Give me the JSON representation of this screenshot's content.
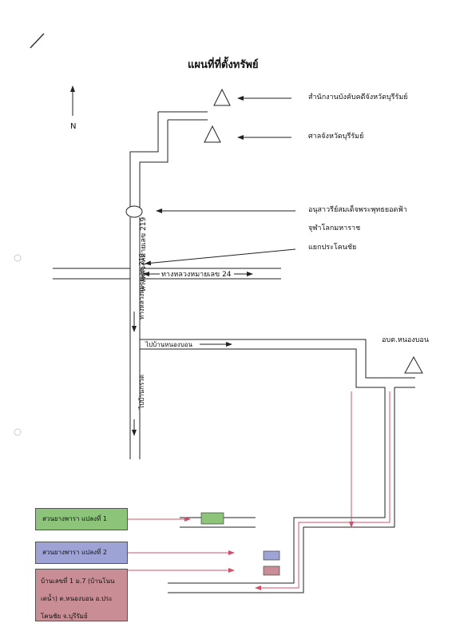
{
  "title": "แผนที่ที่ตั้งทรัพย์",
  "north_label": "N",
  "landmarks": {
    "land_office": "สำนักงานบังคับคดีจังหวัดบุรีรัมย์",
    "court": "ศาลจังหวัดบุรีรัมย์",
    "monument_line1": "อนุสาวรีย์สมเด็จพระพุทธยอดฟ้า",
    "monument_line2": "จุฬาโลกมหาราช",
    "intersection": "แยกประโคนชัย",
    "sao": "อบต.หนองบอน"
  },
  "roads": {
    "hwy219": "ทางหลวงหมายเลข 219",
    "hwy24": "ทางหลวงหมายเลข 24",
    "to_nongbon": "ไปบ้านหนองบอน",
    "to_bankruat": "ไปบ้านกรวด"
  },
  "legend": [
    {
      "label": "สวนยางพารา แปลงที่ 1",
      "color": "#8cc47a"
    },
    {
      "label": "สวนยางพารา แปลงที่ 2",
      "color": "#9ea3d6"
    },
    {
      "label_line1": "บ้านเลขที่ 1 ม.7 (บ้านโนน",
      "label_line2": "เตน้ำ) ต.หนองบอน อ.ประ",
      "label_line3": "โคนชัย จ.บุรีรัมย์",
      "color": "#c98e95"
    }
  ]
}
